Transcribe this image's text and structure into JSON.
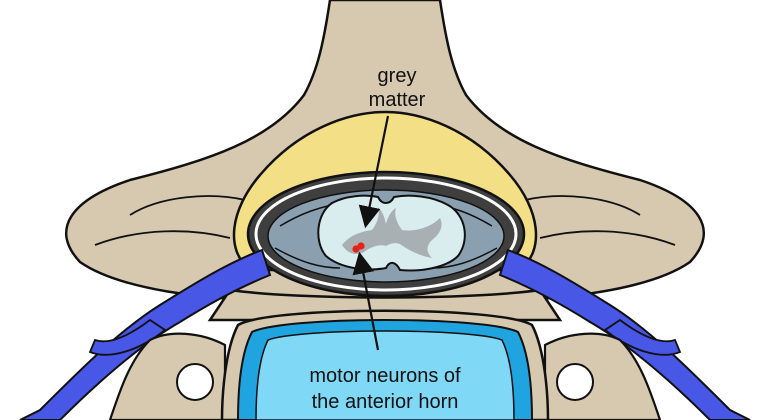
{
  "labels": {
    "grey_matter_line1": "grey",
    "grey_matter_line2": "matter",
    "motor_neurons_line1": "motor neurons of",
    "motor_neurons_line2": "the anterior horn"
  },
  "colors": {
    "bone": "#d7c8b0",
    "ligament_fat": "#f3df86",
    "dura_dark": "#3f3f3f",
    "csf_blue_grey": "#8aa0b1",
    "cord_white_matter": "#d9ecee",
    "grey_matter": "#a9b0b3",
    "vein_blue": "#4957e6",
    "disc_blue": "#1fa4e0",
    "disc_light": "#7fd8f6",
    "motor_neuron_red": "#e32118",
    "outline": "#111111"
  }
}
